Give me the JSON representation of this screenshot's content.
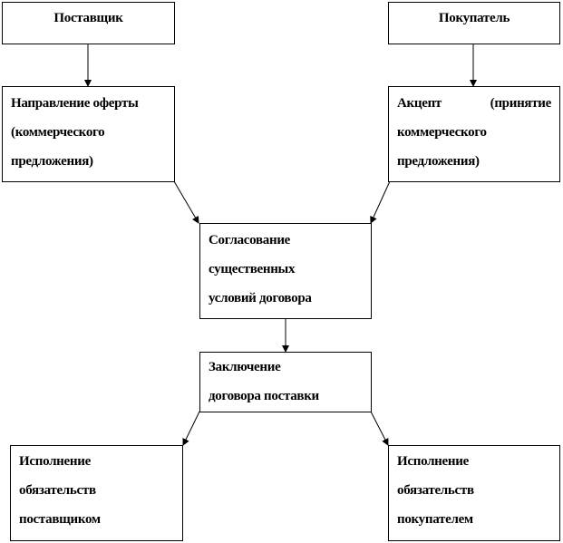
{
  "diagram": {
    "supplier": {
      "label": "Поставщик"
    },
    "buyer": {
      "label": "Покупатель"
    },
    "offer": {
      "lines": [
        "Направление оферты",
        "(коммерческого",
        "предложения)"
      ]
    },
    "acceptance": {
      "line1_left": "Акцепт",
      "line1_right": "(принятие",
      "lines": [
        "коммерческого",
        "предложения)"
      ]
    },
    "agreement": {
      "lines": [
        "Согласование",
        "существенных",
        "условий договора"
      ]
    },
    "contract": {
      "lines": [
        "Заключение",
        "договора поставки"
      ]
    },
    "supplier_performance": {
      "lines": [
        "Исполнение",
        "обязательств",
        "поставщиком"
      ]
    },
    "buyer_performance": {
      "lines": [
        "Исполнение",
        "обязательств",
        "покупателем"
      ]
    }
  }
}
